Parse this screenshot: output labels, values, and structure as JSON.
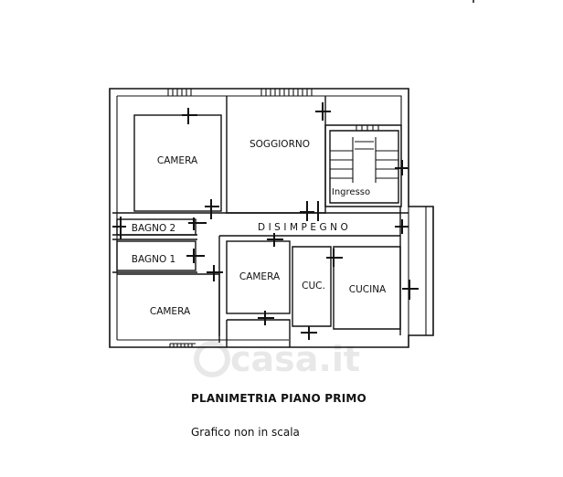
{
  "rooms": {
    "camera_top": "CAMERA",
    "soggiorno": "SOGGIORNO",
    "ingresso": "Ingresso",
    "disimpegno": "DISIMPEGNO",
    "bagno2": "BAGNO 2",
    "bagno1": "BAGNO 1",
    "camera_bottom_left": "CAMERA",
    "camera_center": "CAMERA",
    "cuc": "CUC.",
    "cucina": "CUCINA"
  },
  "captions": {
    "title": "PLANIMETRIA PIANO PRIMO",
    "note": "Grafico non in scala"
  },
  "watermark": {
    "text": "casa.it"
  }
}
